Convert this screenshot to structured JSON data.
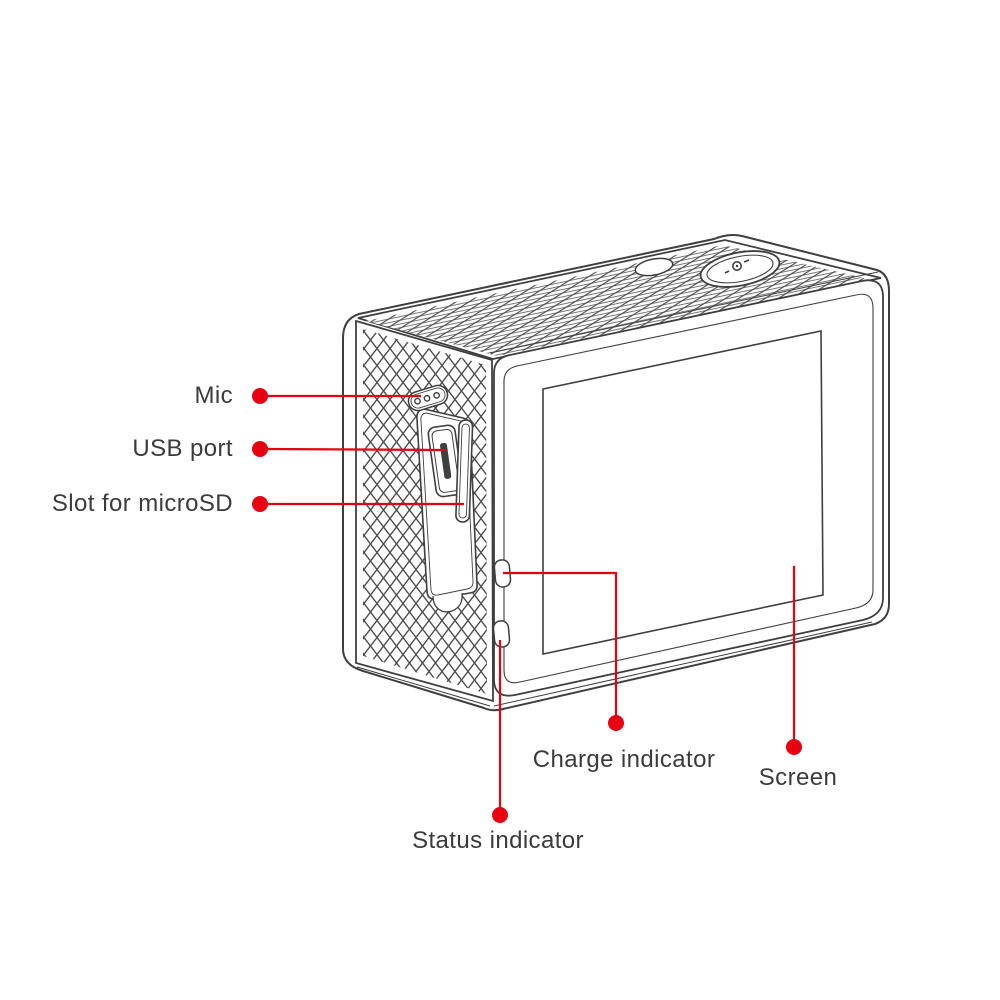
{
  "diagram": {
    "subject": "action-camera-parts-diagram",
    "accent_color": "#e60012",
    "outline_color": "#3f3f3f",
    "text_color": "#3b3b3b",
    "callouts": {
      "mic": {
        "label": "Mic"
      },
      "usb_port": {
        "label": "USB port"
      },
      "microsd_slot": {
        "label": "Slot for microSD"
      },
      "charge_indicator": {
        "label": "Charge indicator"
      },
      "screen": {
        "label": "Screen"
      },
      "status_indicator": {
        "label": "Status indicator"
      }
    }
  }
}
